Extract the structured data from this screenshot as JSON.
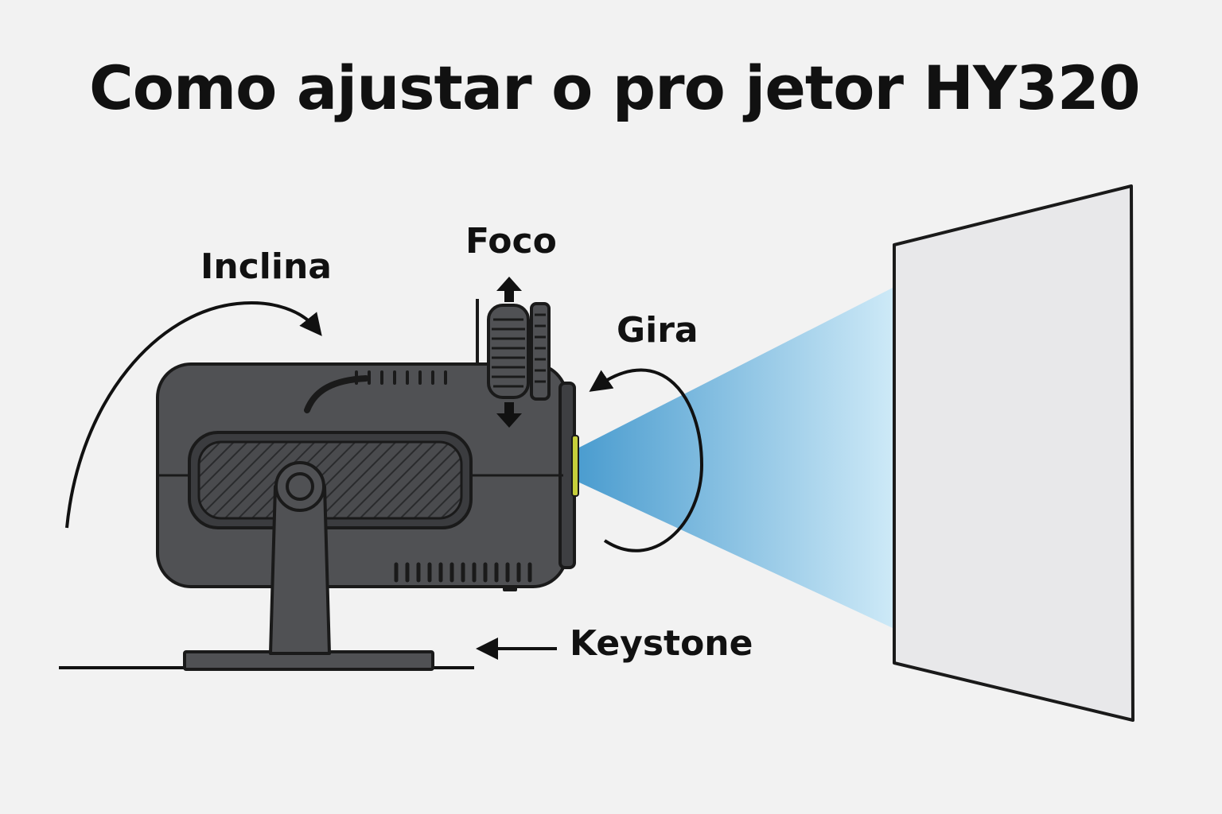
{
  "title": "Como ajustar o pro jetor HY320",
  "labels": {
    "tilt": "Inclina",
    "focus": "Foco",
    "rotate": "Gira",
    "keystone": "Keystone"
  },
  "colors": {
    "background": "#f2f2f2",
    "projector_body": "#505154",
    "outline": "#1a1a1a",
    "light_beam": "#5aaad6",
    "screen": "#e8e8ea"
  }
}
